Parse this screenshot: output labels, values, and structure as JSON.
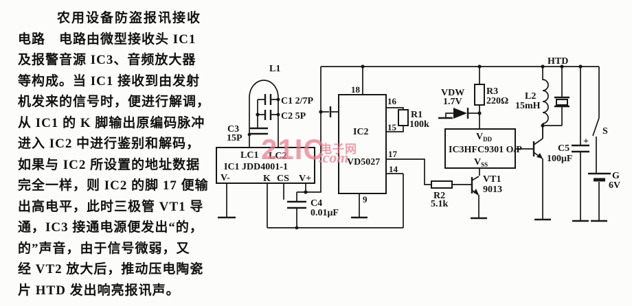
{
  "article": {
    "title": "农用设备防盗报讯接收",
    "lines": [
      "电路　电路由微型接收头 IC1",
      "及报警音源 IC3、音频放大器",
      "等构成。当 IC1 接收到由发射",
      "机发来的信号时，便进行解调，",
      "从 IC1 的 K 脚输出原编码脉冲",
      "进入 IC2 中进行鉴别和解码，",
      "如果与 IC2 所设置的地址数据",
      "完全一样，则 IC2 的脚 17 便输",
      "出高电平，此时三极管 VT1 导",
      "通，IC3 接通电源便发出“的，",
      "的”声音，由于信号微弱，又",
      "经 VT2 放大后，推动压电陶瓷",
      "片 HTD 发出响亮报讯声。"
    ]
  },
  "watermark": {
    "big": "21IC",
    "cn": "电子网",
    "dotcom": ".com",
    "color": "#e97a8a"
  },
  "circuit": {
    "l1": "L1",
    "c1": "C1 2/7P",
    "c2": "C2 5P",
    "c3": "C3",
    "c3_value": "15P",
    "ic1_pad1": "LC1",
    "ic1_pad2": "LC2",
    "ic1_name": "IC1 JDD4001-1",
    "ic1_pin_vminus": "V-",
    "ic1_pin_k": "K",
    "ic1_pin_cs": "CS",
    "ic1_pin_vplus": "V+",
    "c4": "C4",
    "c4_value": "0.01μF",
    "ic2": "IC2",
    "ic2_name": "VD5027",
    "pin18": "18",
    "pin16": "16",
    "pin15": "15",
    "pin17": "17",
    "pin14": "14",
    "pin9": "9",
    "r1": "R1",
    "r1_value": "100k",
    "r2": "R2",
    "r2_value": "5.1k",
    "r3": "R3",
    "r3_value": "220Ω",
    "vdw": "VDW",
    "vdw_value": "1.7V",
    "ic3_vdd_v": "V",
    "ic3_vdd_sub": "DD",
    "ic3_name": "IC3HFC9301 O/P",
    "ic3_vss_v": "V",
    "ic3_vss_sub": "SS",
    "vt1": "VT1",
    "vt1_value": "9013",
    "l2": "L2",
    "l2_value": "15mH",
    "htd": "HTD",
    "c5": "C5",
    "c5_value": "100μF",
    "c5_plus": "+",
    "switch": "S",
    "battery": "G",
    "battery_value": "6V"
  }
}
